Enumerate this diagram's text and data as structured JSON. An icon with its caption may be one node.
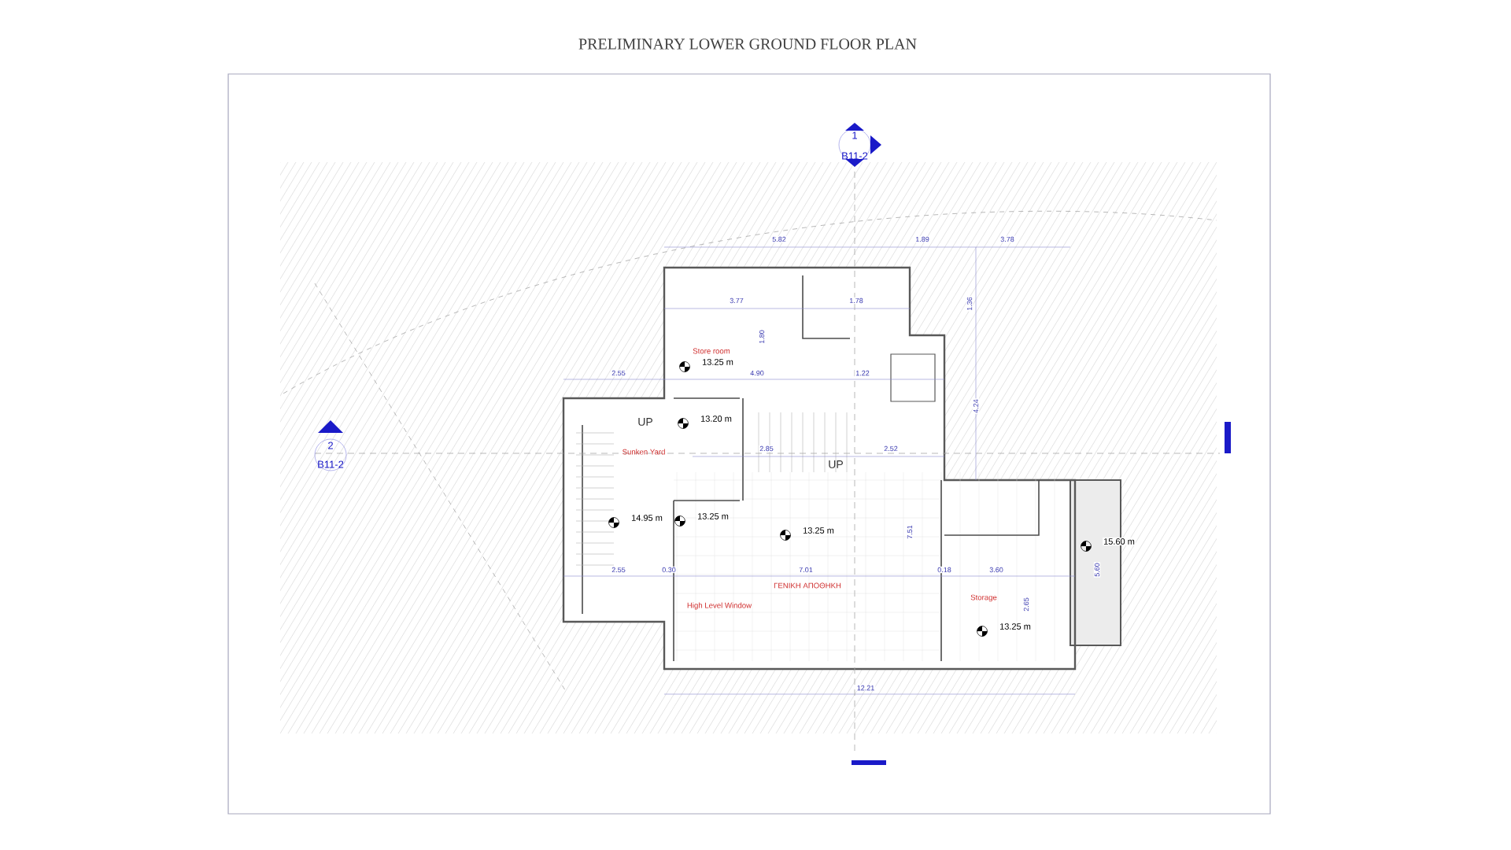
{
  "diagram": {
    "title": "PRELIMINARY LOWER GROUND FLOOR PLAN",
    "labels": [
      "1",
      "B11-2",
      "2",
      "B11-2",
      "5.82",
      "1.89",
      "3.78",
      "3.77",
      "1.78",
      "1.36",
      "1.80",
      "Store room",
      "13.25 m",
      "2.55",
      "4.90",
      "1.22",
      "4.24",
      "UP",
      "13.20 m",
      "Sunken Yard",
      "2.85",
      "2.52",
      "UP",
      "14.95 m",
      "13.25 m",
      "13.25 m",
      "7.51",
      "2.55",
      "0.30",
      "7.01",
      "0.18",
      "3.60",
      "5.60",
      "ΓΕΝΙΚΗ ΑΠΟΘΗΚΗ",
      "High Level Window",
      "15.60 m",
      "Storage",
      "2.65",
      "13.25 m",
      "12.21"
    ]
  }
}
